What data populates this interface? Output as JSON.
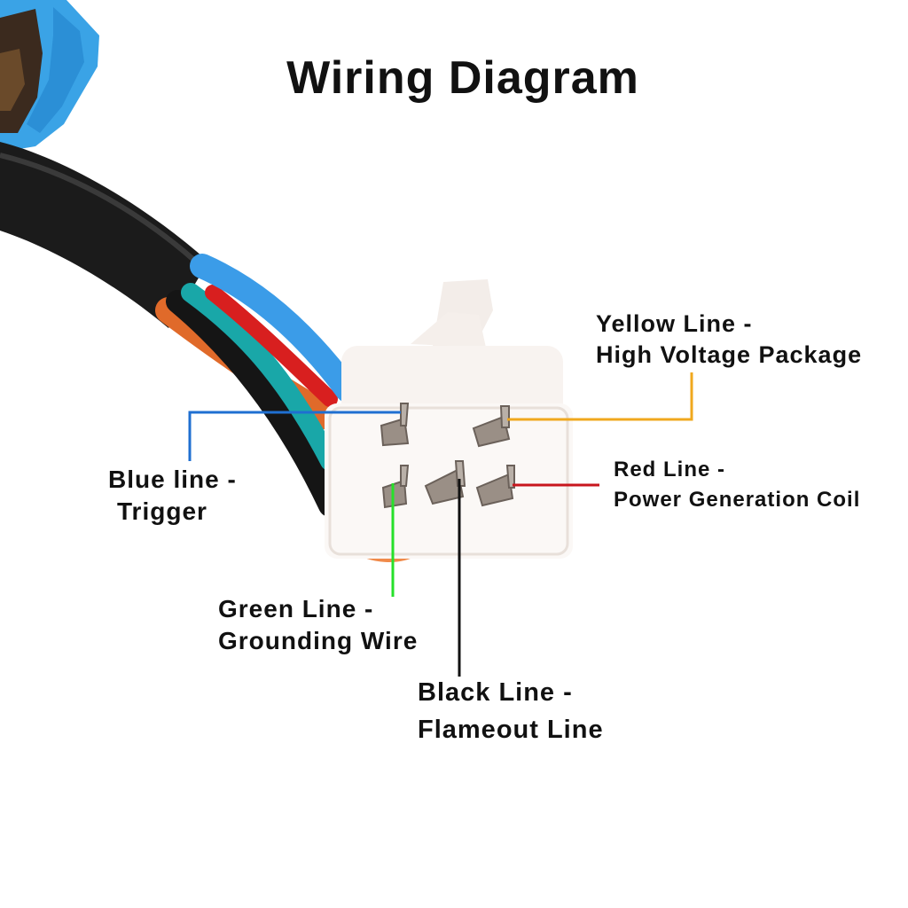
{
  "title": "Wiring Diagram",
  "colors": {
    "blue_line": "#1f6fd1",
    "yellow_line": "#f0a81e",
    "red_line": "#c8161d",
    "green_line": "#26e02a",
    "black_line": "#111111",
    "harness_blue": "#3aa3e6",
    "connector_body": "#f8f3f0"
  },
  "labels": {
    "yellow": {
      "line1": "Yellow Line -",
      "line2": "High Voltage Package"
    },
    "red": {
      "line1": "Red Line -",
      "line2": "Power Generation Coil"
    },
    "blue": {
      "line1": "Blue line -",
      "line2": "Trigger"
    },
    "green": {
      "line1": "Green Line -",
      "line2": "Grounding Wire"
    },
    "black": {
      "line1": "Black Line -",
      "line2": "Flameout Line"
    }
  }
}
